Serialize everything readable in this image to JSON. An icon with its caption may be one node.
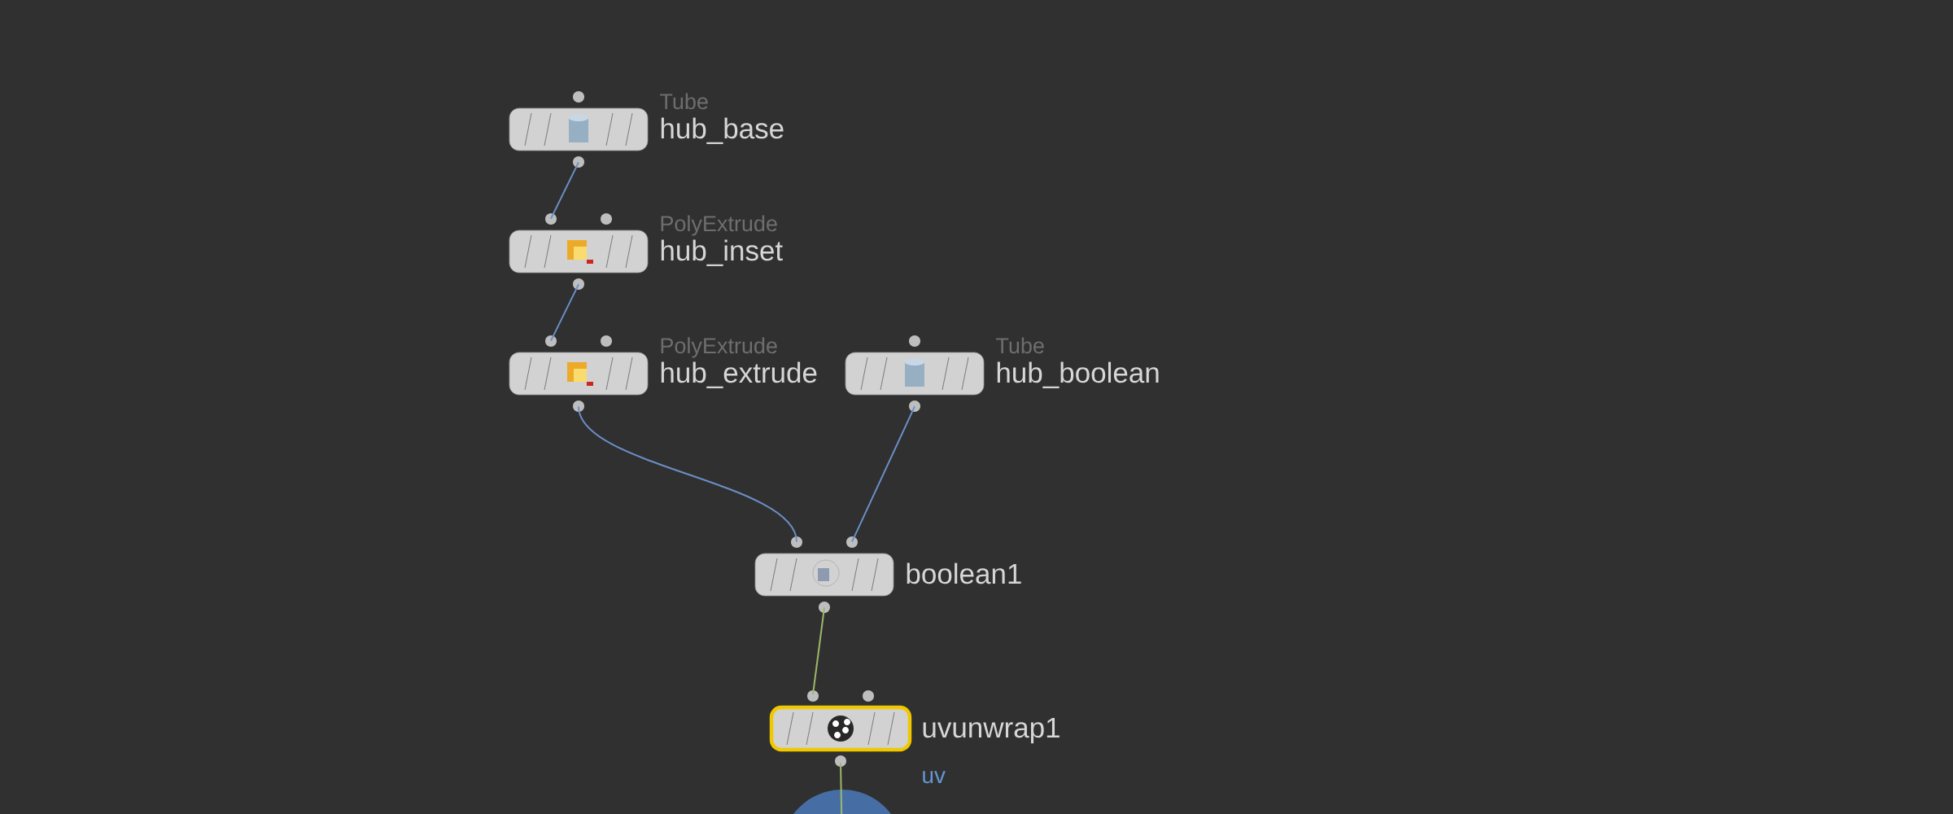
{
  "diagram": {
    "nodes": [
      {
        "text": [
          "Tube",
          "hub_base"
        ]
      },
      {
        "text": [
          "PolyExtrude",
          "hub_inset"
        ]
      },
      {
        "text": [
          "PolyExtrude",
          "hub_extrude"
        ]
      },
      {
        "text": [
          "Tube",
          "hub_boolean"
        ]
      },
      {
        "text": [
          "boolean1"
        ]
      },
      {
        "text": [
          "uvunwrap1"
        ]
      },
      {
        "text": [],
        "shape": "circle"
      }
    ],
    "edges": [
      {
        "from": 0,
        "to": 1,
        "arrow": "none"
      },
      {
        "from": 1,
        "to": 2,
        "arrow": "none"
      },
      {
        "from": 2,
        "to": 4,
        "arrow": "none"
      },
      {
        "from": 3,
        "to": 4,
        "arrow": "none"
      },
      {
        "from": 4,
        "to": 5,
        "arrow": "none",
        "color": "#9cb86a"
      },
      {
        "from": 5,
        "to": 6,
        "arrow": "none",
        "color": "#9cb86a"
      }
    ],
    "labels": [
      "uv"
    ]
  }
}
